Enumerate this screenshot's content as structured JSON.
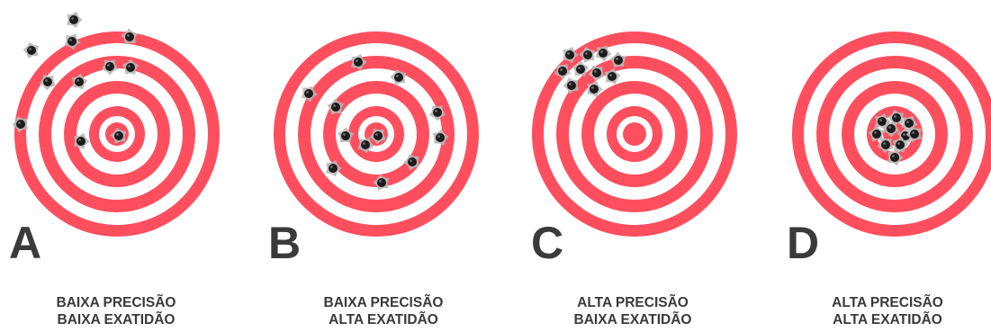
{
  "colors": {
    "ring": "#ff4f5e",
    "background": "#ffffff",
    "text": "#3a3a3a",
    "hole_dark": "#1c1c1c",
    "hole_rim": "#b7b7b7"
  },
  "panels": [
    {
      "letter": "A",
      "caption_line1": "BAIXA PRECISÃO",
      "caption_line2": "BAIXA EXATIDÃO",
      "shots": 11,
      "grouping": "scattered",
      "centered_on_bullseye": false
    },
    {
      "letter": "B",
      "caption_line1": "BAIXA PRECISÃO",
      "caption_line2": "ALTA EXATIDÃO",
      "shots": 12,
      "grouping": "scattered",
      "centered_on_bullseye": true
    },
    {
      "letter": "C",
      "caption_line1": "ALTA PRECISÃO",
      "caption_line2": "BAIXA EXATIDÃO",
      "shots": 10,
      "grouping": "tight cluster",
      "centered_on_bullseye": false
    },
    {
      "letter": "D",
      "caption_line1": "ALTA PRECISÃO",
      "caption_line2": "ALTA EXATIDÃO",
      "shots": 10,
      "grouping": "tight cluster",
      "centered_on_bullseye": true
    }
  ]
}
